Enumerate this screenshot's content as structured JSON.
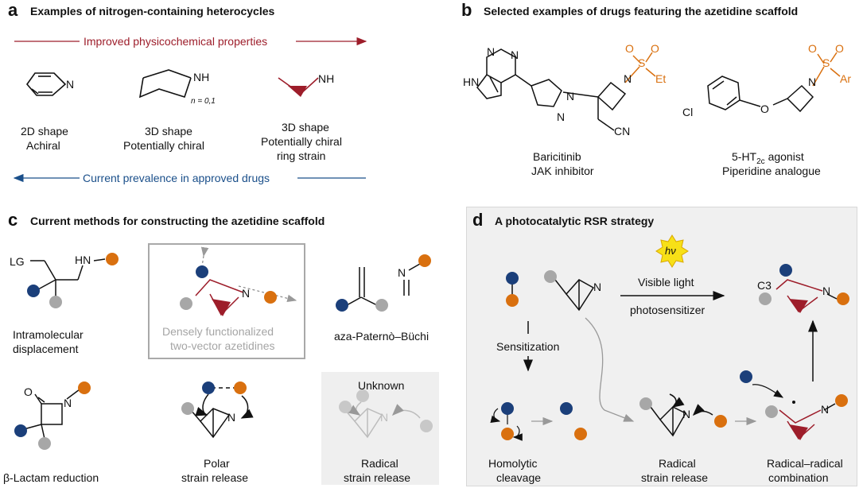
{
  "colors": {
    "blue": "#1b3f7a",
    "orange": "#d9700f",
    "gray": "#a7a7a7",
    "red": "#9d1d2a",
    "arrow_red": "#9d1d2a",
    "arrow_blue": "#1a4f8a",
    "panel_d_bg": "#f0f0f0",
    "sun": "#f7e017"
  },
  "panel_a": {
    "letter": "a",
    "title": "Examples of nitrogen-containing heterocycles",
    "top_arrow_label": "Improved physicochemical properties",
    "bottom_arrow_label": "Current prevalence in approved drugs",
    "items": [
      {
        "line1": "2D shape",
        "line2": "Achiral",
        "line3": ""
      },
      {
        "line1": "3D shape",
        "line2": "Potentially chiral",
        "line3": ""
      },
      {
        "line1": "3D shape",
        "line2": "Potentially chiral",
        "line3": "ring strain"
      }
    ],
    "atoms": {
      "n": "N",
      "nh": "NH",
      "nh2": "NH",
      "subscript": "n = 0,1"
    }
  },
  "panel_b": {
    "letter": "b",
    "title": "Selected examples of drugs featuring the azetidine scaffold",
    "drug1": {
      "name": "Baricitinib",
      "desc": "JAK inhibitor"
    },
    "drug2": {
      "name_prefix": "5-HT",
      "name_sub": "2c",
      "name_suffix": " agonist",
      "desc": "Piperidine analogue"
    },
    "atoms": {
      "o": "O",
      "s": "S",
      "et": "Et",
      "ar": "Ar",
      "n": "N",
      "hn": "HN",
      "cn": "CN",
      "cl": "Cl"
    }
  },
  "panel_c": {
    "letter": "c",
    "title": "Current methods for constructing the azetidine scaffold",
    "m1": {
      "line1": "Intramolecular",
      "line2": "displacement"
    },
    "m2": {
      "line1": "Densely functionalized",
      "line2": "two-vector azetidines"
    },
    "m3": {
      "line1": "aza-Paternò–Büchi"
    },
    "m4": {
      "line1": "β-Lactam reduction"
    },
    "m5": {
      "line1": "Polar",
      "line2": "strain release"
    },
    "m6": {
      "header": "Unknown",
      "line1": "Radical",
      "line2": "strain release"
    },
    "atoms": {
      "lg": "LG",
      "hn": "HN",
      "n": "N",
      "o": "O"
    }
  },
  "panel_d": {
    "letter": "d",
    "title": "A photocatalytic RSR strategy",
    "hv": "hν",
    "visible_light": "Visible light",
    "photosensitizer": "photosensitizer",
    "sensitization": "Sensitization",
    "homolytic": {
      "line1": "Homolytic",
      "line2": "cleavage"
    },
    "radical_release": {
      "line1": "Radical",
      "line2": "strain release"
    },
    "combination": {
      "line1": "Radical–radical",
      "line2": "combination"
    },
    "c3": "C3",
    "atoms": {
      "n": "N"
    }
  }
}
